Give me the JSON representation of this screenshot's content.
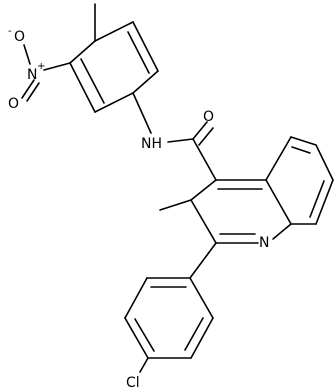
{
  "atoms": {
    "nitro_o_top": {
      "label": "O",
      "charge": "-"
    },
    "nitro_n": {
      "label": "N",
      "charge": "+"
    },
    "nitro_o_bottom": {
      "label": "O"
    },
    "amide_nh": {
      "label": "NH"
    },
    "carbonyl_o": {
      "label": "O"
    },
    "quinoline_n": {
      "label": "N"
    },
    "chlorine": {
      "label": "Cl"
    }
  },
  "colors": {
    "bond": "#000000",
    "background": "#ffffff"
  }
}
